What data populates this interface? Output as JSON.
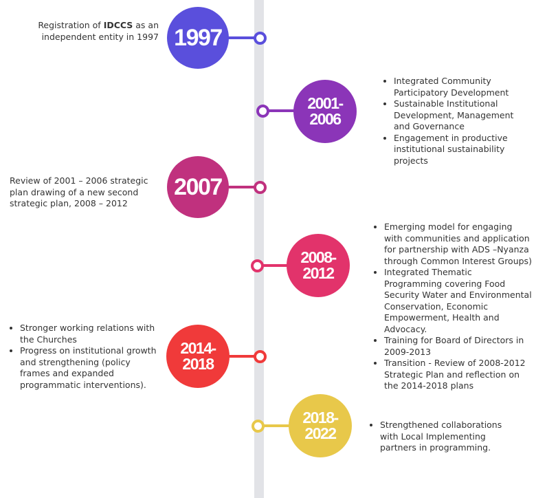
{
  "timeline": [
    {
      "year": "1997",
      "color": "#5a4fdc",
      "side": "left",
      "text_prefix": "Registration of ",
      "text_bold": "IDCCS",
      "text_suffix": " as an independent entity in 1997"
    },
    {
      "year": "2001-2006",
      "year_line1": "2001-",
      "year_line2": "2006",
      "color": "#8b35b8",
      "side": "right",
      "bullets": [
        "Integrated Community Participatory Development",
        "Sustainable Institutional Development, Management and Governance",
        "Engagement in productive institutional sustainability projects"
      ]
    },
    {
      "year": "2007",
      "color": "#c0317e",
      "side": "left",
      "text": "Review of 2001 – 2006 strategic plan drawing of a new second strategic plan, 2008 – 2012"
    },
    {
      "year": "2008-2012",
      "year_line1": "2008-",
      "year_line2": "2012",
      "color": "#e2336b",
      "side": "right",
      "bullets": [
        "Emerging model for engaging with communities and application for partnership with ADS –Nyanza through Common Interest Groups)",
        "Integrated Thematic Programming covering Food Security Water and Environmental Conservation, Economic Empowerment, Health and Advocacy.",
        "Training for Board of Directors in 2009-2013",
        "Transition - Review of 2008-2012 Strategic Plan and reflection on the 2014-2018 plans"
      ]
    },
    {
      "year": "2014-2018",
      "year_line1": "2014-",
      "year_line2": "2018",
      "color": "#f03a3a",
      "side": "left",
      "bullets": [
        "Stronger working relations with the Churches",
        "Progress on institutional growth and strengthening (policy frames and expanded programmatic interventions)."
      ]
    },
    {
      "year": "2018-2022",
      "year_line1": "2018-",
      "year_line2": "2022",
      "color": "#e8c84a",
      "side": "right",
      "bullets": [
        "Strengthened collaborations with Local Implementing partners in programming."
      ]
    }
  ]
}
